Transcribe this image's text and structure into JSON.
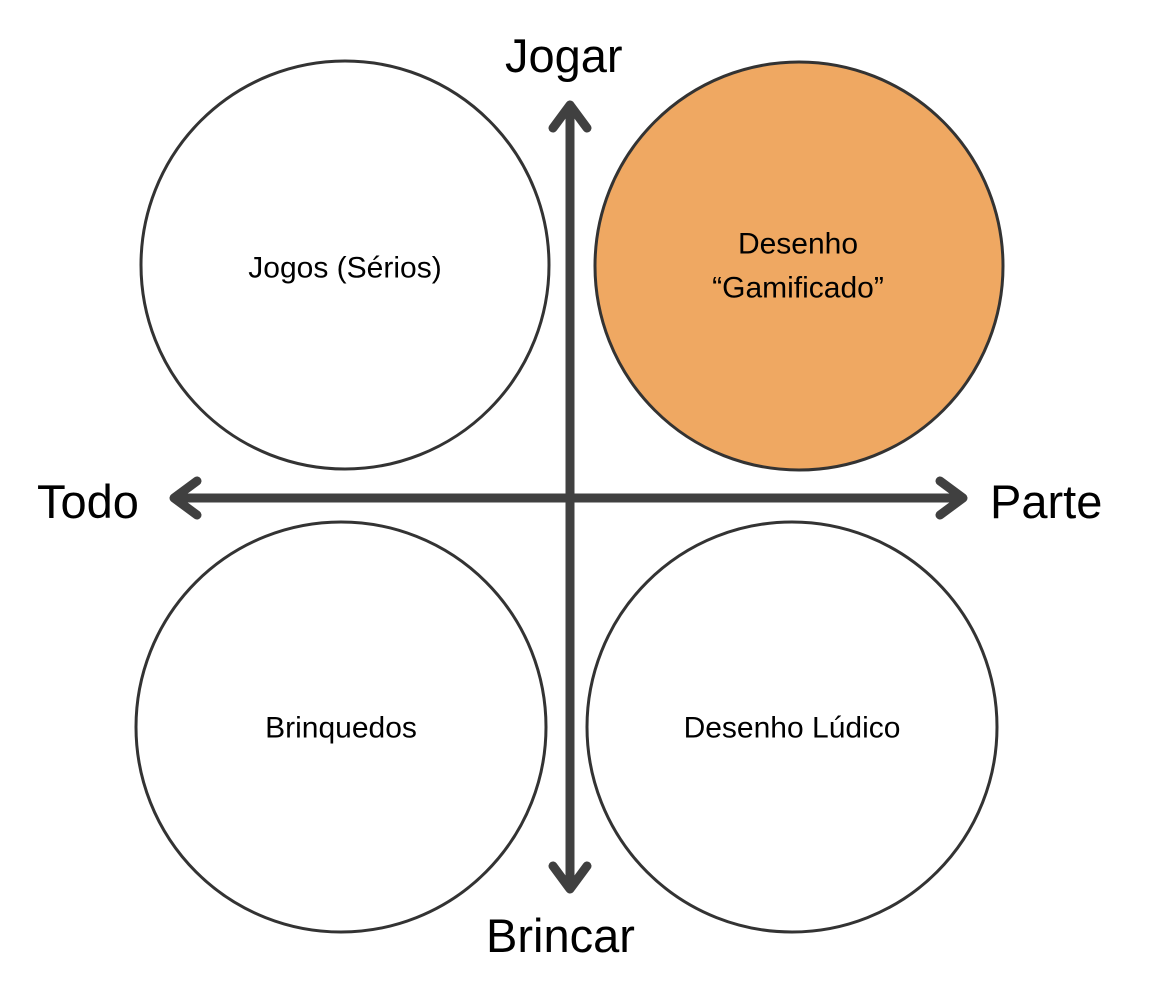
{
  "axes": {
    "top": "Jogar",
    "bottom": "Brincar",
    "left": "Todo",
    "right": "Parte"
  },
  "quadrants": {
    "top_left": {
      "lines": [
        "Jogos (Sérios)"
      ]
    },
    "top_right": {
      "lines": [
        "Desenho",
        "“Gamificado”"
      ],
      "fill": "#EFA862"
    },
    "bottom_left": {
      "lines": [
        "Brinquedos"
      ]
    },
    "bottom_right": {
      "lines": [
        "Desenho Lúdico"
      ]
    }
  },
  "colors": {
    "axis": "#404040",
    "circle_stroke": "#333333",
    "highlight": "#EFA862"
  }
}
